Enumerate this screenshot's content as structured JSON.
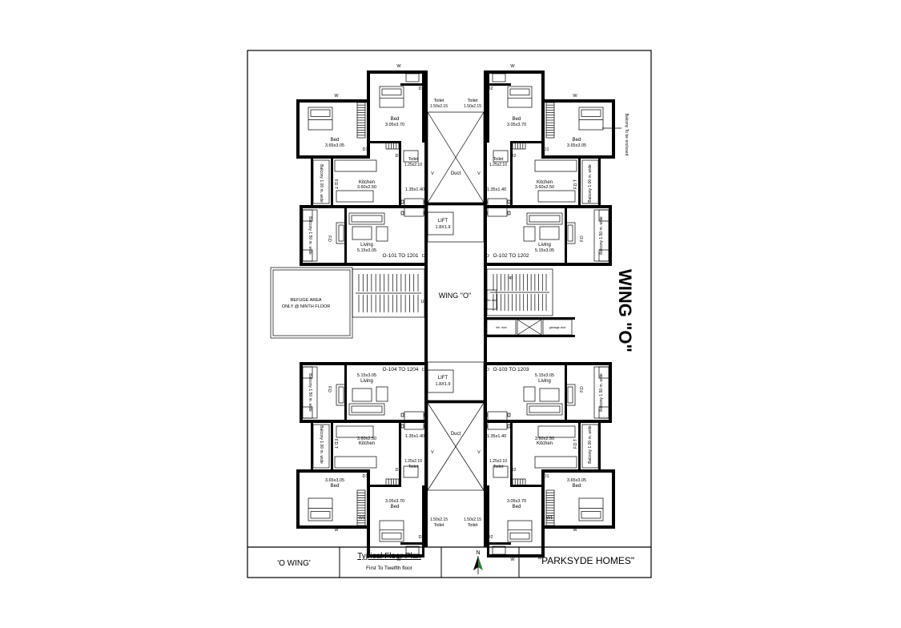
{
  "units": {
    "o101": {
      "code": "O-101 TO 1201",
      "living": "Living",
      "living_size": "5.15x3.05",
      "kitchen": "Kitchen",
      "kitchen_size": "3.60x2.50",
      "bed_a": "Bed",
      "bed_a_size": "3.65x3.05",
      "bed_b": "Bed",
      "bed_b_size": "3.05x3.70",
      "toilet_a": "Toilet",
      "toilet_a_size": "1.50x2.15",
      "toilet_b": "Toilet",
      "toilet_b_size": "1.25x2.10",
      "dining": "1.35x1.40",
      "balcony_living": "Balcony 1.50 m. wide",
      "balcony_kitchen": "Balcony 1.00 m. wide"
    },
    "o102": {
      "code": "O-102 TO 1202",
      "living": "Living",
      "living_size": "5.15x3.05",
      "kitchen": "Kitchen",
      "kitchen_size": "3.60x2.50",
      "bed_a": "Bed",
      "bed_a_size": "3.65x3.05",
      "bed_b": "Bed",
      "bed_b_size": "3.05x3.70",
      "toilet_a": "Toilet",
      "toilet_a_size": "1.50x2.15",
      "toilet_b": "Toilet",
      "toilet_b_size": "1.25x2.10",
      "dining": "1.35x1.40",
      "balcony_living": "Balcony 1.50 m. wide",
      "balcony_kitchen": "Balcony 1.00 m. wide"
    },
    "o103": {
      "code": "O-103 TO 1203",
      "living": "Living",
      "living_size": "5.15x3.05",
      "kitchen": "Kitchen",
      "kitchen_size": "3.60x2.50",
      "bed_a": "Bed",
      "bed_a_size": "3.65x3.05",
      "bed_b": "Bed",
      "bed_b_size": "3.05x3.70",
      "toilet_a": "Toilet",
      "toilet_a_size": "1.50x2.15",
      "toilet_b": "Toilet",
      "toilet_b_size": "1.25x2.10",
      "dining": "1.35x1.40",
      "balcony_living": "Balcony 1.50 m. wide",
      "balcony_kitchen": "Balcony 1.00 m. wide"
    },
    "o104": {
      "code": "O-104 TO 1204",
      "living": "Living",
      "living_size": "5.15x3.05",
      "kitchen": "Kitchen",
      "kitchen_size": "3.60x2.50",
      "bed_a": "Bed",
      "bed_a_size": "3.65x3.05",
      "bed_b": "Bed",
      "bed_b_size": "3.05x3.70",
      "toilet_a": "Toilet",
      "toilet_a_size": "1.50x2.15",
      "toilet_b": "Toilet",
      "toilet_b_size": "1.25x2.10",
      "dining": "1.35x1.40",
      "balcony_living": "Balcony 1.50 m. wide",
      "balcony_kitchen": "Balcony 1.00 m. wide"
    }
  },
  "core": {
    "lift": "LIFT",
    "lift_size": "1.8X1.9",
    "duct": "Duct",
    "wing_center": "WING \"O\"",
    "up": "Up",
    "up_lower": "up",
    "refuge_1": "REFUGE AREA",
    "refuge_2": "ONLY @ NINTH FLOOR",
    "fire_duct": "fire duct",
    "ele_duct": "ele. duct",
    "garbage_duct": "garbage duct"
  },
  "tags": {
    "window": "W",
    "window_w1": "W1",
    "door": "D",
    "door_d1": "D1",
    "door_d2": "D2",
    "french_door": "F.D",
    "fdt": "F.D.T",
    "vent": "V"
  },
  "notes": {
    "balcony_enclosed": "Balcony To be enclosed"
  },
  "side_title": "WING \"O\"",
  "title_block": {
    "wing": "'O WING'",
    "plan_title": "Typical Floor Plan",
    "plan_subtitle": "First To Twelfth floor",
    "north": "N",
    "project": "\"PARKSYDE HOMES\""
  }
}
